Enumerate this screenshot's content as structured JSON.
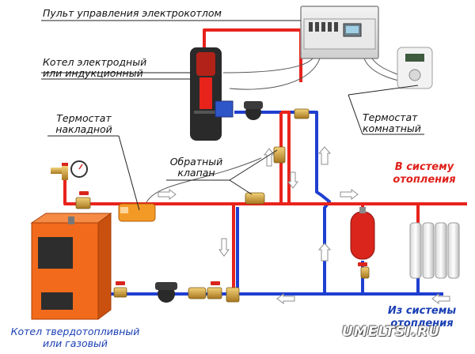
{
  "labels": {
    "control_panel": "Пульт управления электрокотлом",
    "electrode_boiler": [
      "Котел электродный",
      "или индукционный"
    ],
    "overhead_thermostat": [
      "Термостат",
      "накладной"
    ],
    "check_valve": [
      "Обратный",
      "клапан"
    ],
    "room_thermostat": [
      "Термостат",
      "комнатный"
    ],
    "to_heating": [
      "В систему",
      "отопления"
    ],
    "from_heating": [
      "Из системы",
      "отопления"
    ],
    "solid_fuel_boiler": [
      "Котел твердотопливный",
      "или газовый"
    ]
  },
  "watermark": "UMELTSI.RU",
  "colors": {
    "supply_pipe": "#e8231b",
    "return_pipe": "#1f3fd0",
    "boiler_orange": "#f26a1b",
    "label_red": "#e0201a",
    "label_blue": "#1a3fb4"
  },
  "icons": [
    "pump-icon",
    "valve-icon",
    "arrow-icon",
    "gauge-icon",
    "expansion-tank-icon",
    "radiator-icon"
  ]
}
